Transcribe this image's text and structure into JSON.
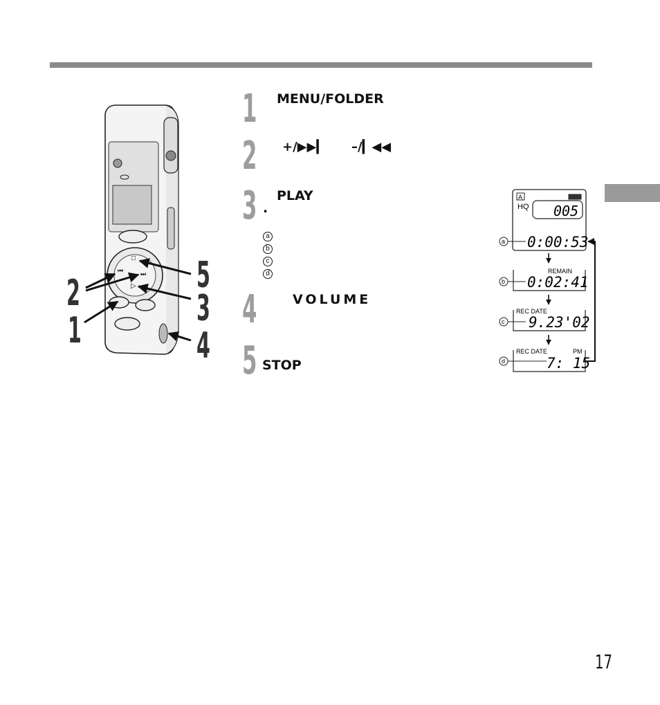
{
  "steps": [
    {
      "number": "1",
      "label": "MENU/FOLDER"
    },
    {
      "number": "2",
      "label_plus": "+/",
      "label_minus": "–/"
    },
    {
      "number": "3",
      "label": "PLAY",
      "bullet": "."
    },
    {
      "number": "4",
      "label": "VOLUME"
    },
    {
      "number": "5",
      "label": "STOP"
    }
  ],
  "sub_markers": [
    "a",
    "b",
    "c",
    "d"
  ],
  "callouts": [
    "2",
    "1",
    "5",
    "3",
    "4"
  ],
  "lcd": {
    "top": {
      "folder": "A",
      "mode": "HQ",
      "file": "005"
    },
    "a": {
      "marker": "a",
      "value": "0:00:53"
    },
    "b": {
      "marker": "b",
      "caption": "REMAIN",
      "value": "0:02:41"
    },
    "c": {
      "marker": "c",
      "caption": "REC DATE",
      "value": "9.23'02"
    },
    "d": {
      "marker": "d",
      "caption": "REC DATE",
      "ampm": "PM",
      "value": "7: 15"
    }
  },
  "page_number": "17",
  "colors": {
    "bar": "#8a8a8a",
    "step_number": "#9d9d9d"
  }
}
